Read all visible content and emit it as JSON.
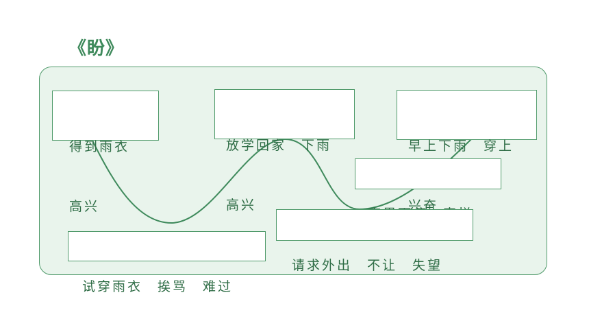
{
  "title": "《盼》",
  "colors": {
    "accent": "#3f8a5c",
    "panel_fill": "#e9f4ec",
    "panel_border": "#4f9a6a",
    "curve": "#3f8a5c",
    "text": "#2f6d46"
  },
  "boxes": [
    {
      "lines": [
        "得到雨衣",
        "高兴"
      ]
    },
    {
      "lines": [
        "放学回家　下雨",
        "高兴"
      ]
    },
    {
      "lines": [
        "早上下雨　穿上",
        "兴奋"
      ]
    },
    {
      "lines": [
        "夜里雨停　喜悦"
      ]
    },
    {
      "lines": [
        "请求外出　不让　失望"
      ]
    },
    {
      "lines": [
        "试穿雨衣　挨骂　难过"
      ]
    }
  ]
}
